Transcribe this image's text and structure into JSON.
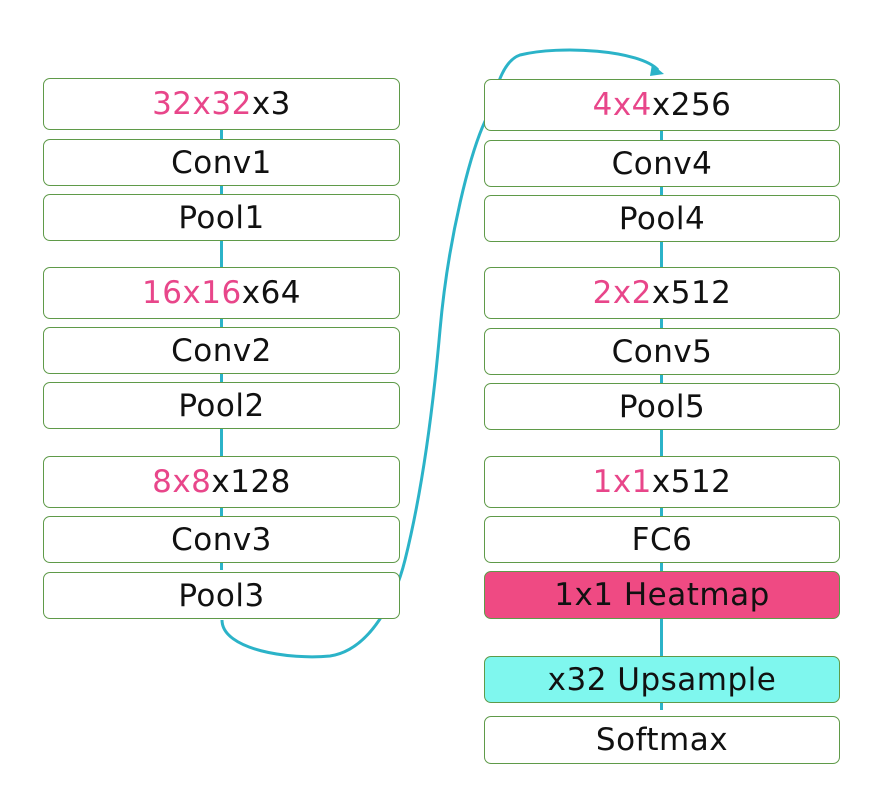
{
  "colors": {
    "box_border": "#5f9a49",
    "connector": "#2bb3c8",
    "highlight_text": "#e8468a",
    "heatmap_fill": "#ef4a83",
    "upsample_fill": "#7ff7ee"
  },
  "left_column": {
    "input1": {
      "dims": "32x32",
      "channels": "x3"
    },
    "conv1": "Conv1",
    "pool1": "Pool1",
    "input2": {
      "dims": "16x16",
      "channels": "x64"
    },
    "conv2": "Conv2",
    "pool2": "Pool2",
    "input3": {
      "dims": "8x8",
      "channels": "x128"
    },
    "conv3": "Conv3",
    "pool3": "Pool3"
  },
  "right_column": {
    "input4": {
      "dims": "4x4",
      "channels": "x256"
    },
    "conv4": "Conv4",
    "pool4": "Pool4",
    "input5": {
      "dims": "2x2",
      "channels": "x512"
    },
    "conv5": "Conv5",
    "pool5": "Pool5",
    "input6": {
      "dims": "1x1",
      "channels": "x512"
    },
    "fc6": "FC6",
    "heatmap": "1x1 Heatmap",
    "upsample": "x32 Upsample",
    "softmax": "Softmax"
  }
}
